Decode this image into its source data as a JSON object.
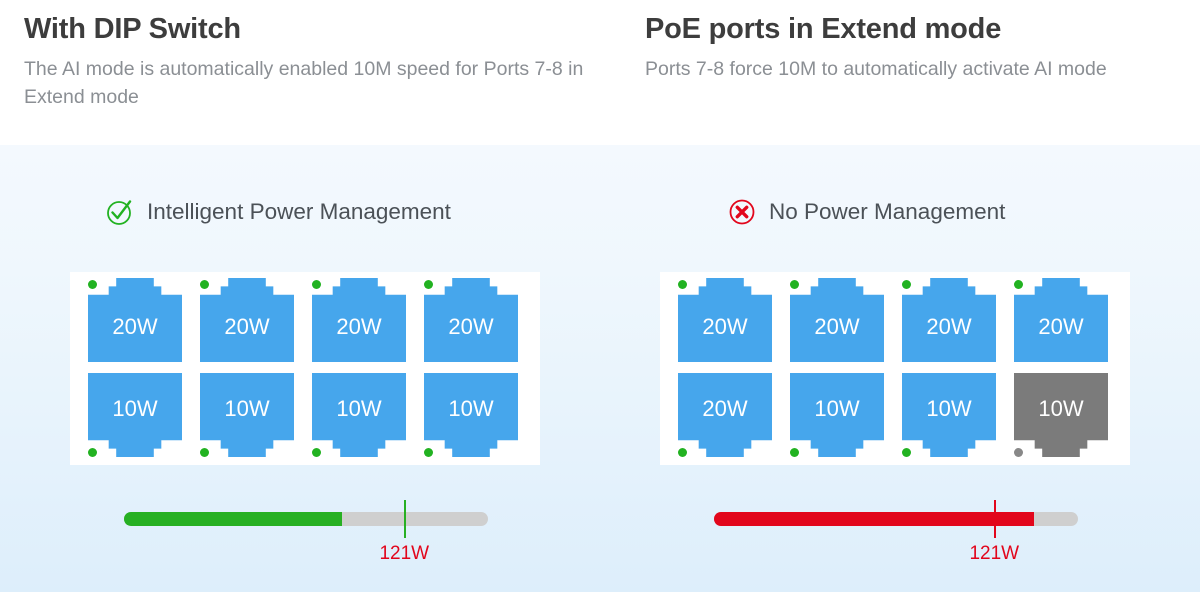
{
  "header": {
    "columns": [
      {
        "title": "With DIP Switch",
        "subtitle": "The AI mode is automatically enabled 10M speed for Ports 7-8 in Extend mode"
      },
      {
        "title": "PoE ports in Extend mode",
        "subtitle": "Ports 7-8 force 10M to automatically activate AI mode"
      }
    ]
  },
  "panels": [
    {
      "status": {
        "icon": "check-circle-icon",
        "label": "Intelligent Power Management",
        "color": "#22b221"
      },
      "ports": {
        "top_row": [
          {
            "label": "20W",
            "state": "on",
            "led": "on"
          },
          {
            "label": "20W",
            "state": "on",
            "led": "on"
          },
          {
            "label": "20W",
            "state": "on",
            "led": "on"
          },
          {
            "label": "20W",
            "state": "on",
            "led": "on"
          }
        ],
        "bottom_row": [
          {
            "label": "10W",
            "state": "on",
            "led": "on"
          },
          {
            "label": "10W",
            "state": "on",
            "led": "on"
          },
          {
            "label": "10W",
            "state": "on",
            "led": "on"
          },
          {
            "label": "10W",
            "state": "on",
            "led": "on"
          }
        ]
      },
      "gauge": {
        "fill_percent": 60,
        "fill_color": "#27b023",
        "track_color": "#cfcfcf",
        "marker_percent": 77,
        "marker_label": "121W",
        "marker_color": "#e2061c"
      }
    },
    {
      "status": {
        "icon": "x-circle-icon",
        "label": "No Power Management",
        "color": "#e2061c"
      },
      "ports": {
        "top_row": [
          {
            "label": "20W",
            "state": "on",
            "led": "on"
          },
          {
            "label": "20W",
            "state": "on",
            "led": "on"
          },
          {
            "label": "20W",
            "state": "on",
            "led": "on"
          },
          {
            "label": "20W",
            "state": "on",
            "led": "on"
          }
        ],
        "bottom_row": [
          {
            "label": "20W",
            "state": "on",
            "led": "on"
          },
          {
            "label": "10W",
            "state": "on",
            "led": "on"
          },
          {
            "label": "10W",
            "state": "on",
            "led": "on"
          },
          {
            "label": "10W",
            "state": "off",
            "led": "off"
          }
        ]
      },
      "gauge": {
        "fill_percent": 88,
        "fill_color": "#e2061c",
        "track_color": "#cfcfcf",
        "marker_percent": 77,
        "marker_label": "121W",
        "marker_color": "#e2061c"
      }
    }
  ]
}
